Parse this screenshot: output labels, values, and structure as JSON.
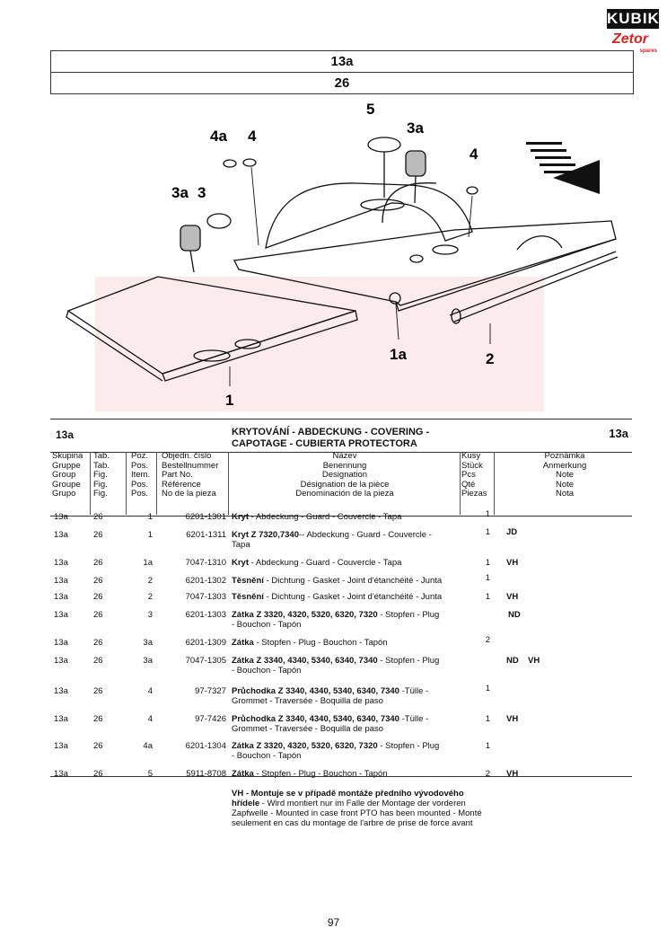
{
  "logo": {
    "brand": "KUBIK",
    "sub": "Zetor",
    "tag": "spares"
  },
  "header": {
    "group": "13a",
    "table": "26"
  },
  "diagram": {
    "callouts": [
      "4a",
      "4",
      "5",
      "3a",
      "4",
      "3a",
      "3",
      "1a",
      "2",
      "1"
    ]
  },
  "table": {
    "group_left": "13a",
    "group_right": "13a",
    "title_line1": "KRYTOVÁNÍ - ABDECKUNG - COVERING -",
    "title_line2": "CAPOTAGE - CUBIERTA PROTECTORA",
    "columns": {
      "skupina": [
        "Skupina",
        "Gruppe",
        "Group",
        "Groupe",
        "Grupo"
      ],
      "tab": [
        "Tab.",
        "Tab.",
        "Fig.",
        "Fig.",
        "Fig."
      ],
      "poz": [
        "Poz.",
        "Pos.",
        "Item.",
        "Pos.",
        "Pos."
      ],
      "objedn": [
        "Objedn. číslo",
        "Bestellnummer",
        "Part No.",
        "Référence",
        "No de la pieza"
      ],
      "nazev": [
        "Název",
        "Benennung",
        "Designation",
        "Désignation de la pièce",
        "Denominación de la pieza"
      ],
      "kusy": [
        "Kusy",
        "Stück",
        "Pcs",
        "Qté",
        "Piezas"
      ],
      "poznamka": [
        "Poznámka",
        "Anmerkung",
        "Note",
        "Note",
        "Nota"
      ]
    },
    "rows": [
      {
        "grp": "13a",
        "tab": "26",
        "poz": "1",
        "num": "6201-1301",
        "bold": "Kryt",
        "rest": " - Abdeckung - Guard - Couvercle - Tapa",
        "line2": "",
        "pcs": "1",
        "n1": "",
        "n2": ""
      },
      {
        "grp": "13a",
        "tab": "26",
        "poz": "1",
        "num": "6201-1311",
        "bold": "Kryt Z 7320,7340",
        "rest": "-- Abdeckung - Guard - Couvercle -",
        "line2": "Tapa",
        "pcs": "1",
        "n1": "JD",
        "n2": ""
      },
      {
        "grp": "13a",
        "tab": "26",
        "poz": "1a",
        "num": "7047-1310",
        "bold": "Kryt",
        "rest": " - Abdeckung - Guard - Couvercle - Tapa",
        "line2": "",
        "pcs": "1",
        "n1": "VH",
        "n2": ""
      },
      {
        "grp": "13a",
        "tab": "26",
        "poz": "2",
        "num": "6201-1302",
        "bold": "Těsnění",
        "rest": " - Dichtung - Gasket - Joint d'étanchéité - Junta",
        "line2": "",
        "pcs": "1",
        "n1": "",
        "n2": ""
      },
      {
        "grp": "13a",
        "tab": "26",
        "poz": "2",
        "num": "7047-1303",
        "bold": "Těsnění",
        "rest": " - Dichtung - Gasket - Joint d'étanchéité - Junta",
        "line2": "",
        "pcs": "1",
        "n1": "VH",
        "n2": ""
      },
      {
        "grp": "13a",
        "tab": "26",
        "poz": "3",
        "num": "6201-1303",
        "bold": "Zátka Z 3320, 4320, 5320, 6320, 7320",
        "rest": " - Stopfen - Plug",
        "line2": "- Bouchon - Tapón",
        "pcs": "",
        "n1": "ND",
        "n2": ""
      },
      {
        "grp": "13a",
        "tab": "26",
        "poz": "3a",
        "num": "6201-1309",
        "bold": "Zátka",
        "rest": " - Stopfen - Plug - Bouchon - Tapón",
        "line2": "",
        "pcs": "2",
        "n1": "",
        "n2": ""
      },
      {
        "grp": "13a",
        "tab": "26",
        "poz": "3a",
        "num": "7047-1305",
        "bold": "Zátka Z 3340, 4340, 5340, 6340, 7340",
        "rest": " - Stopfen - Plug",
        "line2": "- Bouchon - Tapón",
        "pcs": "",
        "n1": "ND",
        "n2": "VH"
      },
      {
        "grp": "13a",
        "tab": "26",
        "poz": "4",
        "num": "97-7327",
        "bold": "Průchodka Z 3340, 4340, 5340, 6340, 7340",
        "rest": " -Tülle -",
        "line2": "Grommet - Traversée - Boquilla de paso",
        "pcs": "1",
        "n1": "",
        "n2": ""
      },
      {
        "grp": "13a",
        "tab": "26",
        "poz": "4",
        "num": "97-7426",
        "bold": "Průchodka Z 3340, 4340, 5340, 6340, 7340",
        "rest": " -Tülle -",
        "line2": "Grommet - Traversée - Boquilla de paso",
        "pcs": "1",
        "n1": "VH",
        "n2": ""
      },
      {
        "grp": "13a",
        "tab": "26",
        "poz": "4a",
        "num": "6201-1304",
        "bold": "Zátka Z 3320, 4320, 5320, 6320, 7320",
        "rest": " - Stopfen - Plug",
        "line2": "- Bouchon - Tapón",
        "pcs": "1",
        "n1": "",
        "n2": ""
      },
      {
        "grp": "13a",
        "tab": "26",
        "poz": "5",
        "num": "5911-8708",
        "bold": "Zátka",
        "rest": " - Stopfen - Plug - Bouchon - Tapón",
        "line2": "",
        "pcs": "2",
        "n1": "VH",
        "n2": ""
      }
    ]
  },
  "footnote": {
    "bold": "VH - Montuje se v případě montáže předního vývodového hřídele",
    "rest": " - Wird montiert nur im Falle der Montage der vorderen Zapfwelle - Mounted in case front PTO has been mounted - Monté seulement en cas du montage de l'arbre de prise de force avant"
  },
  "page_number": "97"
}
